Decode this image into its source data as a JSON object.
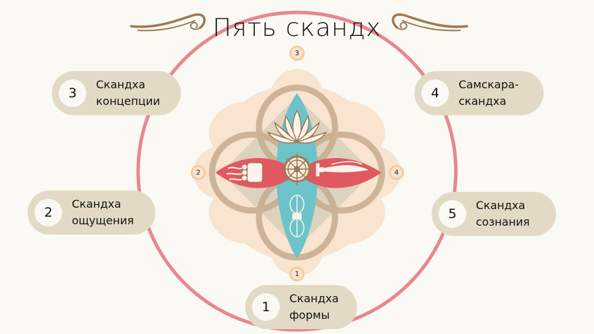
{
  "title": "Пять скандх",
  "colors": {
    "background": "#faf9f3",
    "ring": "#e88791",
    "pill": "#e3dac5",
    "ornament": "#a07855",
    "marker_fill": "#f8e4cf",
    "marker_border": "#f6cc9e",
    "petal_blue": "#6cc3c9",
    "petal_red": "#e05860",
    "lotus_back": "#f8e4cf"
  },
  "skandhas": [
    {
      "number": "1",
      "line1": "Скандха",
      "line2": "формы"
    },
    {
      "number": "2",
      "line1": "Скандха",
      "line2": "ощущения"
    },
    {
      "number": "3",
      "line1": "Скандха",
      "line2": "концепции"
    },
    {
      "number": "4",
      "line1": "Самскара-",
      "line2": "скандха"
    },
    {
      "number": "5",
      "line1": "Скандха",
      "line2": "сознания"
    }
  ],
  "markers": {
    "top": "3",
    "left": "2",
    "right": "4",
    "bottom": "1"
  },
  "icons": {
    "top": "lotus-icon",
    "center": "dharma-wheel-icon",
    "left": "jewel-icon",
    "right": "sword-icon",
    "bottom": "vajra-icon"
  }
}
